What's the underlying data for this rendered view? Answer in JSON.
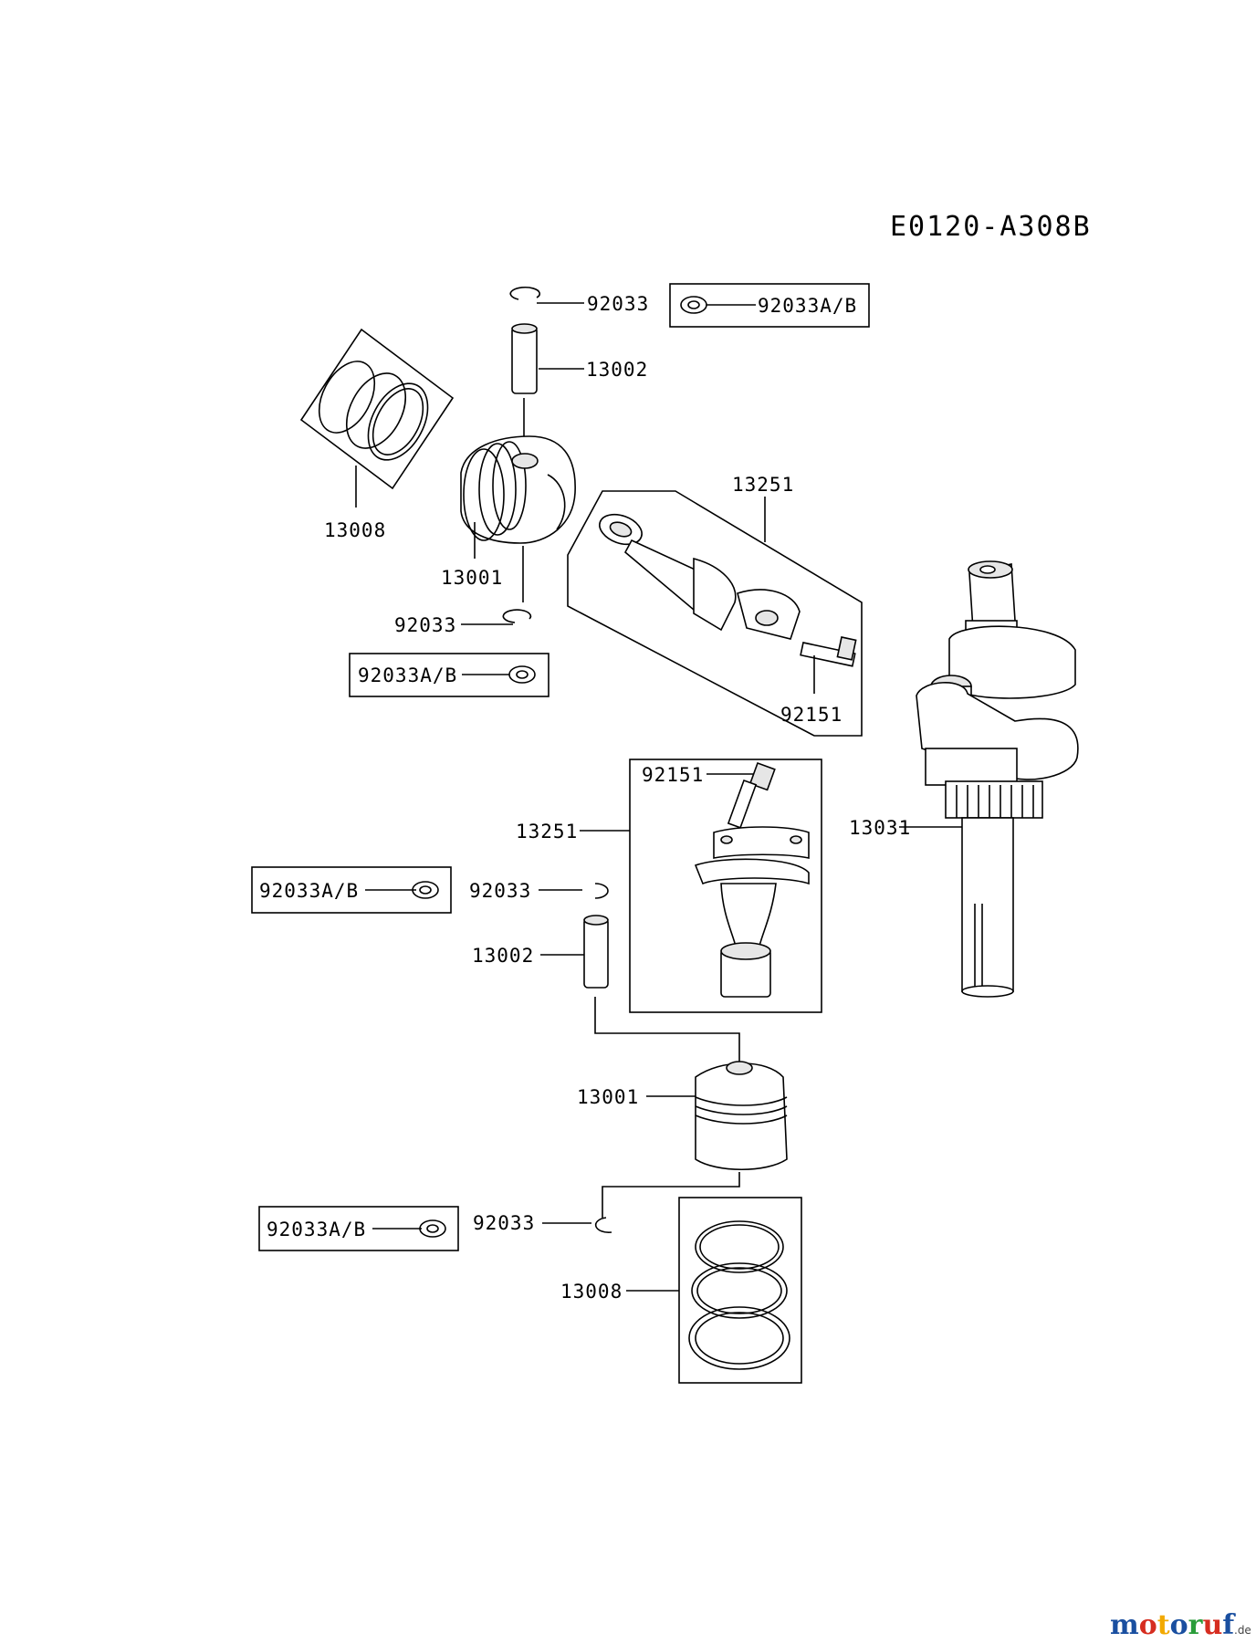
{
  "diagram_code": "E0120-A308B",
  "labels": {
    "ring_upper": "92033",
    "ring_upper_alt": "92033A/B",
    "pin_upper": "13002",
    "rings_upper": "13008",
    "piston_upper": "13001",
    "ring_upper_lower": "92033",
    "ring_upper_lower_alt": "92033A/B",
    "rod_upper": "13251",
    "bolt_upper": "92151",
    "bolt_lower": "92151",
    "rod_lower": "13251",
    "crankshaft": "13031",
    "ring_lower_alt": "92033A/B",
    "ring_lower": "92033",
    "pin_lower": "13002",
    "piston_lower": "13001",
    "ring_lower2_alt": "92033A/B",
    "ring_lower2": "92033",
    "rings_lower": "13008"
  },
  "watermark": {
    "letters": [
      "m",
      "o",
      "t",
      "o",
      "r",
      "u",
      "f"
    ],
    "colors": [
      "#1a4fa0",
      "#d62d20",
      "#f2a900",
      "#1a4fa0",
      "#2a9d3a",
      "#d62d20",
      "#1a4fa0"
    ],
    "suffix": ".de"
  }
}
